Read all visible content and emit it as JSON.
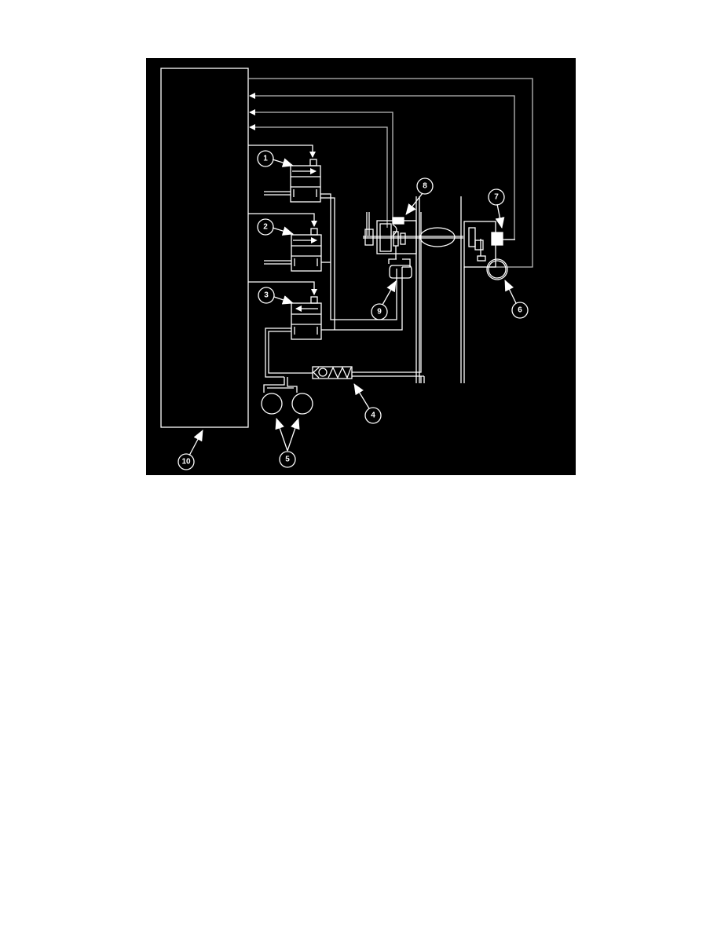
{
  "diagram": {
    "title": "",
    "background": "#000000",
    "line_color": "#ffffff",
    "callouts": [
      {
        "id": "1",
        "label": "1",
        "target": "solenoid-valve-1"
      },
      {
        "id": "2",
        "label": "2",
        "target": "solenoid-valve-2"
      },
      {
        "id": "3",
        "label": "3",
        "target": "solenoid-valve-3"
      },
      {
        "id": "4",
        "label": "4",
        "target": "check-valve"
      },
      {
        "id": "5",
        "label": "5",
        "target": "vacuum-reservoirs"
      },
      {
        "id": "6",
        "label": "6",
        "target": "round-sensor"
      },
      {
        "id": "7",
        "label": "7",
        "target": "position-sensor"
      },
      {
        "id": "8",
        "label": "8",
        "target": "actuator-switch"
      },
      {
        "id": "9",
        "label": "9",
        "target": "diaphragm-actuator"
      },
      {
        "id": "10",
        "label": "10",
        "target": "control-module"
      }
    ]
  }
}
